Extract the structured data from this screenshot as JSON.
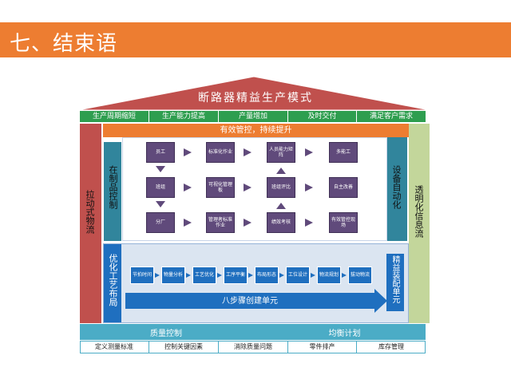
{
  "page_title": "七、结束语",
  "roof_title": "断路器精益生产模式",
  "goals": [
    "生产周期缩短",
    "生产能力提高",
    "产量增加",
    "及时交付",
    "满足客户需求"
  ],
  "top_bar": "有效管控，持续提升",
  "left_pillar": "拉动式物流",
  "inner_left": "在制品控制",
  "inner_right": "设备自动化",
  "right_pillar": "透明化信息流",
  "grid": {
    "col1": [
      "员工",
      "班组",
      "分厂"
    ],
    "col2": [
      "标准化作业",
      "可视化管理板",
      "管理者标准作业"
    ],
    "col3": [
      "人员能力矩阵",
      "班组评比",
      "绩效考核"
    ],
    "col4": [
      "多能工",
      "自主改善",
      "有效管控现场"
    ]
  },
  "layout_label": "优化工艺布局",
  "steps": [
    "节拍时间",
    "物量分析",
    "工艺优化",
    "工序平衡",
    "布局形态",
    "工位设计",
    "物流规划",
    "拔动物流"
  ],
  "eight_steps": "八步骤创建单元",
  "lean_unit": "精益装配单元",
  "foundation_top": [
    "质量控制",
    "均衡计划"
  ],
  "foundation_bottom": [
    "定义测量标准",
    "控制关键因素",
    "消除质量问题",
    "零件排产",
    "库存管理"
  ],
  "colors": {
    "orange": "#ed7d31",
    "roof": "#c0504d",
    "green": "#2e9e4f",
    "purple": "#604a7b",
    "teal": "#31859c",
    "blue": "#1f6fbf",
    "light_green": "#c3d69b",
    "light_blue": "#4bacc6"
  }
}
